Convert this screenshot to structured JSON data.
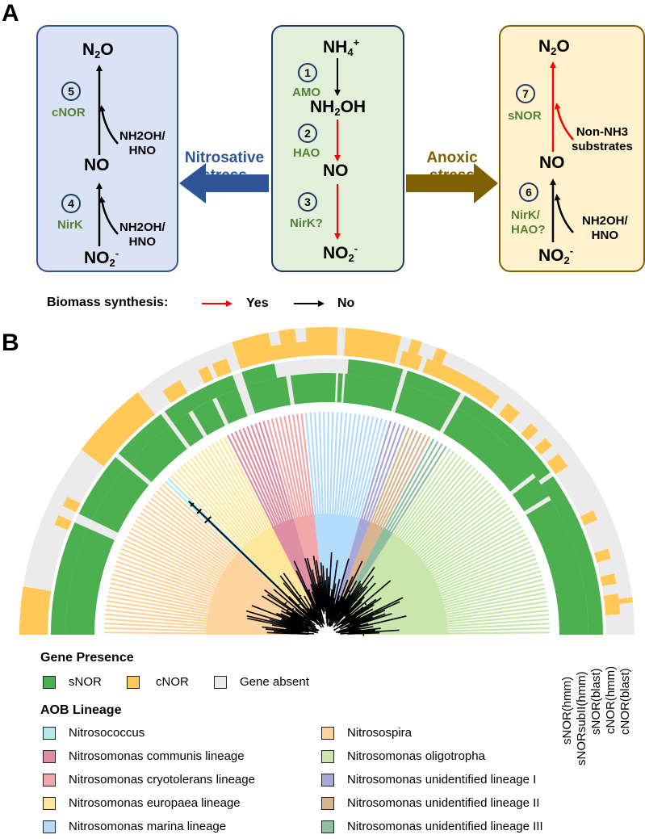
{
  "panel_a": {
    "label": "A",
    "left_box": {
      "top_species": {
        "main": "N",
        "sub": "2",
        "tail": "O"
      },
      "mid_species": "NO",
      "bottom_species": {
        "main": "NO",
        "sub": "2",
        "sup": "-"
      },
      "steps": [
        {
          "number": "5",
          "enzyme": "cNOR",
          "substrate_line1": "NH2OH/",
          "substrate_line2": "HNO",
          "biomass": "No"
        },
        {
          "number": "4",
          "enzyme": "NirK",
          "substrate_line1": "NH2OH/",
          "substrate_line2": "HNO",
          "biomass": "No"
        }
      ]
    },
    "center_box": {
      "species": [
        {
          "main": "NH",
          "sub": "4",
          "sup": "+"
        },
        {
          "main": "NH",
          "sub": "2",
          "tail": "OH"
        },
        {
          "main": "NO"
        },
        {
          "main": "NO",
          "sub": "2",
          "sup": "-"
        }
      ],
      "steps": [
        {
          "number": "1",
          "enzyme": "AMO",
          "biomass": "No"
        },
        {
          "number": "2",
          "enzyme": "HAO",
          "biomass": "Yes"
        },
        {
          "number": "3",
          "enzyme": "NirK?",
          "biomass": "Yes"
        }
      ]
    },
    "right_box": {
      "top_species": {
        "main": "N",
        "sub": "2",
        "tail": "O"
      },
      "mid_species": "NO",
      "bottom_species": {
        "main": "NO",
        "sub": "2",
        "sup": "-"
      },
      "steps": [
        {
          "number": "7",
          "enzyme": "sNOR",
          "substrate_line1": "Non-NH3",
          "substrate_line2": "substrates",
          "biomass": "Yes"
        },
        {
          "number": "6",
          "enzyme_line1": "NirK/",
          "enzyme_line2": "HAO?",
          "substrate_line1": "NH2OH/",
          "substrate_line2": "HNO",
          "biomass": "No"
        }
      ]
    },
    "left_arrow": {
      "line1": "Nitrosative",
      "line2": "stress",
      "color": "#2f5597"
    },
    "right_arrow": {
      "line1": "Anoxic",
      "line2": "stress",
      "color": "#7f6000"
    },
    "legend": {
      "title": "Biomass synthesis:",
      "yes": "Yes",
      "no": "No",
      "yes_color": "#ff0000",
      "no_color": "#000000"
    },
    "colors": {
      "left_box_fill": "#dae3f3",
      "left_box_border": "#2f5597",
      "center_box_fill": "#e2efda",
      "center_box_border": "#1f3864",
      "right_box_fill": "#fff2cc",
      "right_box_border": "#7f6000",
      "enzyme_text": "#548235"
    }
  },
  "panel_b": {
    "label": "B",
    "ring_labels": [
      "sNOR(hmm)",
      "sNORsubII(hmm)",
      "sNOR(blast)",
      "cNOR(hmm)",
      "cNOR(blast)"
    ],
    "gene_presence": {
      "title": "Gene Presence",
      "items": [
        {
          "label": "sNOR",
          "color": "#4caf50"
        },
        {
          "label": "cNOR",
          "color": "#ffc857"
        },
        {
          "label": "Gene absent",
          "color": "#ebebeb"
        }
      ]
    },
    "lineage": {
      "title": "AOB Lineage",
      "left_items": [
        {
          "label": "Nitrosococcus",
          "color": "#b2ebeb"
        },
        {
          "label": "Nitrosomonas communis lineage",
          "color": "#de8fa3"
        },
        {
          "label": "Nitrosomonas cryotolerans lineage",
          "color": "#f2a8a8"
        },
        {
          "label": "Nitrosomonas europaea lineage",
          "color": "#fde79b"
        },
        {
          "label": "Nitrosomonas marina lineage",
          "color": "#b3dbfb"
        }
      ],
      "right_items": [
        {
          "label": "Nitrosospira",
          "color": "#fdd49e"
        },
        {
          "label": "Nitrosomonas oligotropha",
          "color": "#c9e6ad"
        },
        {
          "label": "Nitrosomonas unidentified lineage I",
          "color": "#a8a8d8"
        },
        {
          "label": "Nitrosomonas unidentified lineage II",
          "color": "#d9b48f"
        },
        {
          "label": "Nitrosomonas unidentified lineage III",
          "color": "#8fbfa0"
        }
      ]
    },
    "clade_spans_deg": [
      {
        "lineage": "Nitrosospira",
        "from": 0,
        "to": 43
      },
      {
        "lineage": "Nitrosococcus",
        "from": 43,
        "to": 45
      },
      {
        "lineage": "Nitrosomonas europaea lineage",
        "from": 45,
        "to": 63
      },
      {
        "lineage": "Nitrosomonas communis lineage",
        "from": 63,
        "to": 74
      },
      {
        "lineage": "Nitrosomonas cryotolerans lineage",
        "from": 74,
        "to": 84
      },
      {
        "lineage": "Nitrosomonas marina lineage",
        "from": 84,
        "to": 106
      },
      {
        "lineage": "Nitrosomonas unidentified lineage I",
        "from": 106,
        "to": 111
      },
      {
        "lineage": "Nitrosomonas unidentified lineage II",
        "from": 111,
        "to": 118
      },
      {
        "lineage": "Nitrosomonas unidentified lineage III",
        "from": 118,
        "to": 123
      },
      {
        "lineage": "Nitrosomonas oligotropha",
        "from": 123,
        "to": 180
      }
    ],
    "snor_ring_present_deg": [
      [
        0,
        24
      ],
      [
        26,
        40
      ],
      [
        41,
        53
      ],
      [
        54,
        58
      ],
      [
        59,
        64
      ],
      [
        65,
        70
      ],
      [
        72,
        81
      ],
      [
        82,
        92
      ],
      [
        92.5,
        93.5
      ],
      [
        94,
        106
      ],
      [
        107,
        119
      ],
      [
        120,
        142
      ],
      [
        143,
        148
      ],
      [
        149,
        180
      ]
    ],
    "snor_blast_present_deg": [
      [
        0,
        24
      ],
      [
        26,
        40
      ],
      [
        41,
        53
      ],
      [
        54,
        70
      ],
      [
        72,
        79
      ],
      [
        94.5,
        106
      ],
      [
        107,
        119
      ],
      [
        120,
        144
      ],
      [
        145,
        180
      ]
    ],
    "cnor_hmm_present_deg": [
      [
        0,
        9
      ],
      [
        22,
        24
      ],
      [
        26,
        28
      ],
      [
        37,
        52
      ],
      [
        56,
        60
      ],
      [
        64,
        66
      ],
      [
        67,
        70
      ],
      [
        72,
        79
      ],
      [
        79,
        92
      ],
      [
        93.5,
        104
      ],
      [
        105,
        109
      ],
      [
        110,
        126
      ],
      [
        128,
        131
      ],
      [
        134,
        136
      ],
      [
        138,
        140
      ],
      [
        142,
        145
      ],
      [
        155,
        157
      ],
      [
        163,
        165
      ],
      [
        168,
        170
      ],
      [
        172,
        176
      ]
    ],
    "cnor_blast_present_deg": [
      [
        0,
        9
      ],
      [
        37,
        52
      ],
      [
        72,
        79
      ],
      [
        81,
        84
      ],
      [
        86,
        92
      ],
      [
        93.5,
        104
      ],
      [
        106,
        108
      ],
      [
        111,
        113
      ],
      [
        173,
        174
      ]
    ]
  }
}
